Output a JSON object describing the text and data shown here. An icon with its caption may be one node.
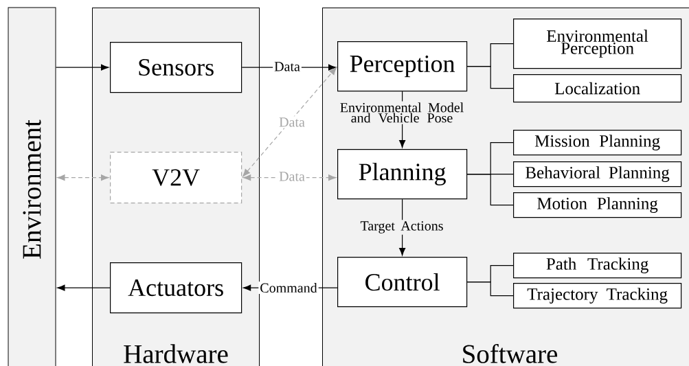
{
  "diagram": {
    "nodes": [
      {
        "text": [
          "Environment"
        ]
      },
      {
        "text": [
          "Hardware"
        ]
      },
      {
        "text": [
          "Sensors"
        ],
        "in": 1
      },
      {
        "text": [
          "V2V"
        ],
        "in": 1
      },
      {
        "text": [
          "Actuators"
        ],
        "in": 1
      },
      {
        "text": [
          "Software"
        ]
      },
      {
        "text": [
          "Perception"
        ],
        "in": 5
      },
      {
        "text": [
          "Planning"
        ],
        "in": 5
      },
      {
        "text": [
          "Control"
        ],
        "in": 5
      },
      {
        "text": [
          "Environmental Perception"
        ],
        "in": 5
      },
      {
        "text": [
          "Localization"
        ],
        "in": 5
      },
      {
        "text": [
          "Mission Planning"
        ],
        "in": 5
      },
      {
        "text": [
          "Behavioral Planning"
        ],
        "in": 5
      },
      {
        "text": [
          "Motion Planning"
        ],
        "in": 5
      },
      {
        "text": [
          "Path Tracking"
        ],
        "in": 5
      },
      {
        "text": [
          "Trajectory Tracking"
        ],
        "in": 5
      }
    ],
    "edges": [
      {
        "from": 0,
        "to": 2,
        "arrow": "to"
      },
      {
        "from": 2,
        "to": 6,
        "arrow": "to",
        "label": "Data"
      },
      {
        "from": 3,
        "to": 6,
        "arrow": "both",
        "label": "Data",
        "style": "dashed",
        "color": "#a6a6a6"
      },
      {
        "from": 0,
        "to": 3,
        "arrow": "both",
        "style": "dashed",
        "color": "#a6a6a6"
      },
      {
        "from": 3,
        "to": 7,
        "arrow": "both",
        "label": "Data",
        "style": "dashed",
        "color": "#a6a6a6"
      },
      {
        "from": 6,
        "to": 7,
        "arrow": "to",
        "label": "Environmental Model and Vehicle Pose"
      },
      {
        "from": 7,
        "to": 8,
        "arrow": "to",
        "label": "Target Actions"
      },
      {
        "from": 8,
        "to": 4,
        "arrow": "to",
        "label": "Command"
      },
      {
        "from": 4,
        "to": 0,
        "arrow": "to"
      },
      {
        "from": 6,
        "to": 9,
        "arrow": "none"
      },
      {
        "from": 6,
        "to": 10,
        "arrow": "none"
      },
      {
        "from": 7,
        "to": 11,
        "arrow": "none"
      },
      {
        "from": 7,
        "to": 12,
        "arrow": "none"
      },
      {
        "from": 7,
        "to": 13,
        "arrow": "none"
      },
      {
        "from": 8,
        "to": 14,
        "arrow": "none"
      },
      {
        "from": 8,
        "to": 15,
        "arrow": "none"
      }
    ]
  }
}
